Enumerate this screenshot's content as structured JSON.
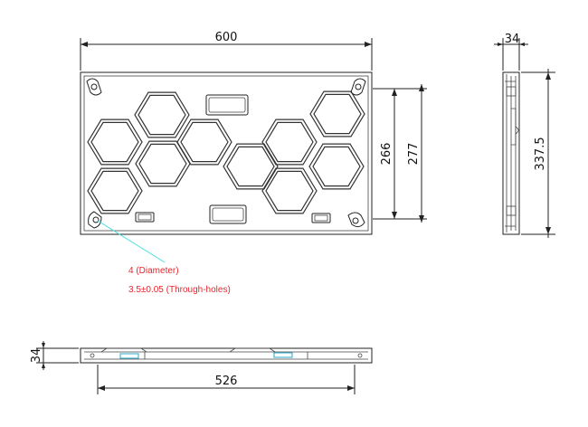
{
  "drawing": {
    "dimensions": {
      "width_front": "600",
      "height_inner": "266",
      "height_mid": "277",
      "height_total": "337.5",
      "depth_side": "34",
      "depth_bottom": "34",
      "width_bottom": "526"
    },
    "callout": {
      "line1": "4 (Diameter)",
      "line2": "3.5±0.05 (Through-holes)"
    },
    "colors": {
      "callout_text": "#e8262c",
      "leader_line": "#46e0e0",
      "line": "#222222"
    }
  }
}
